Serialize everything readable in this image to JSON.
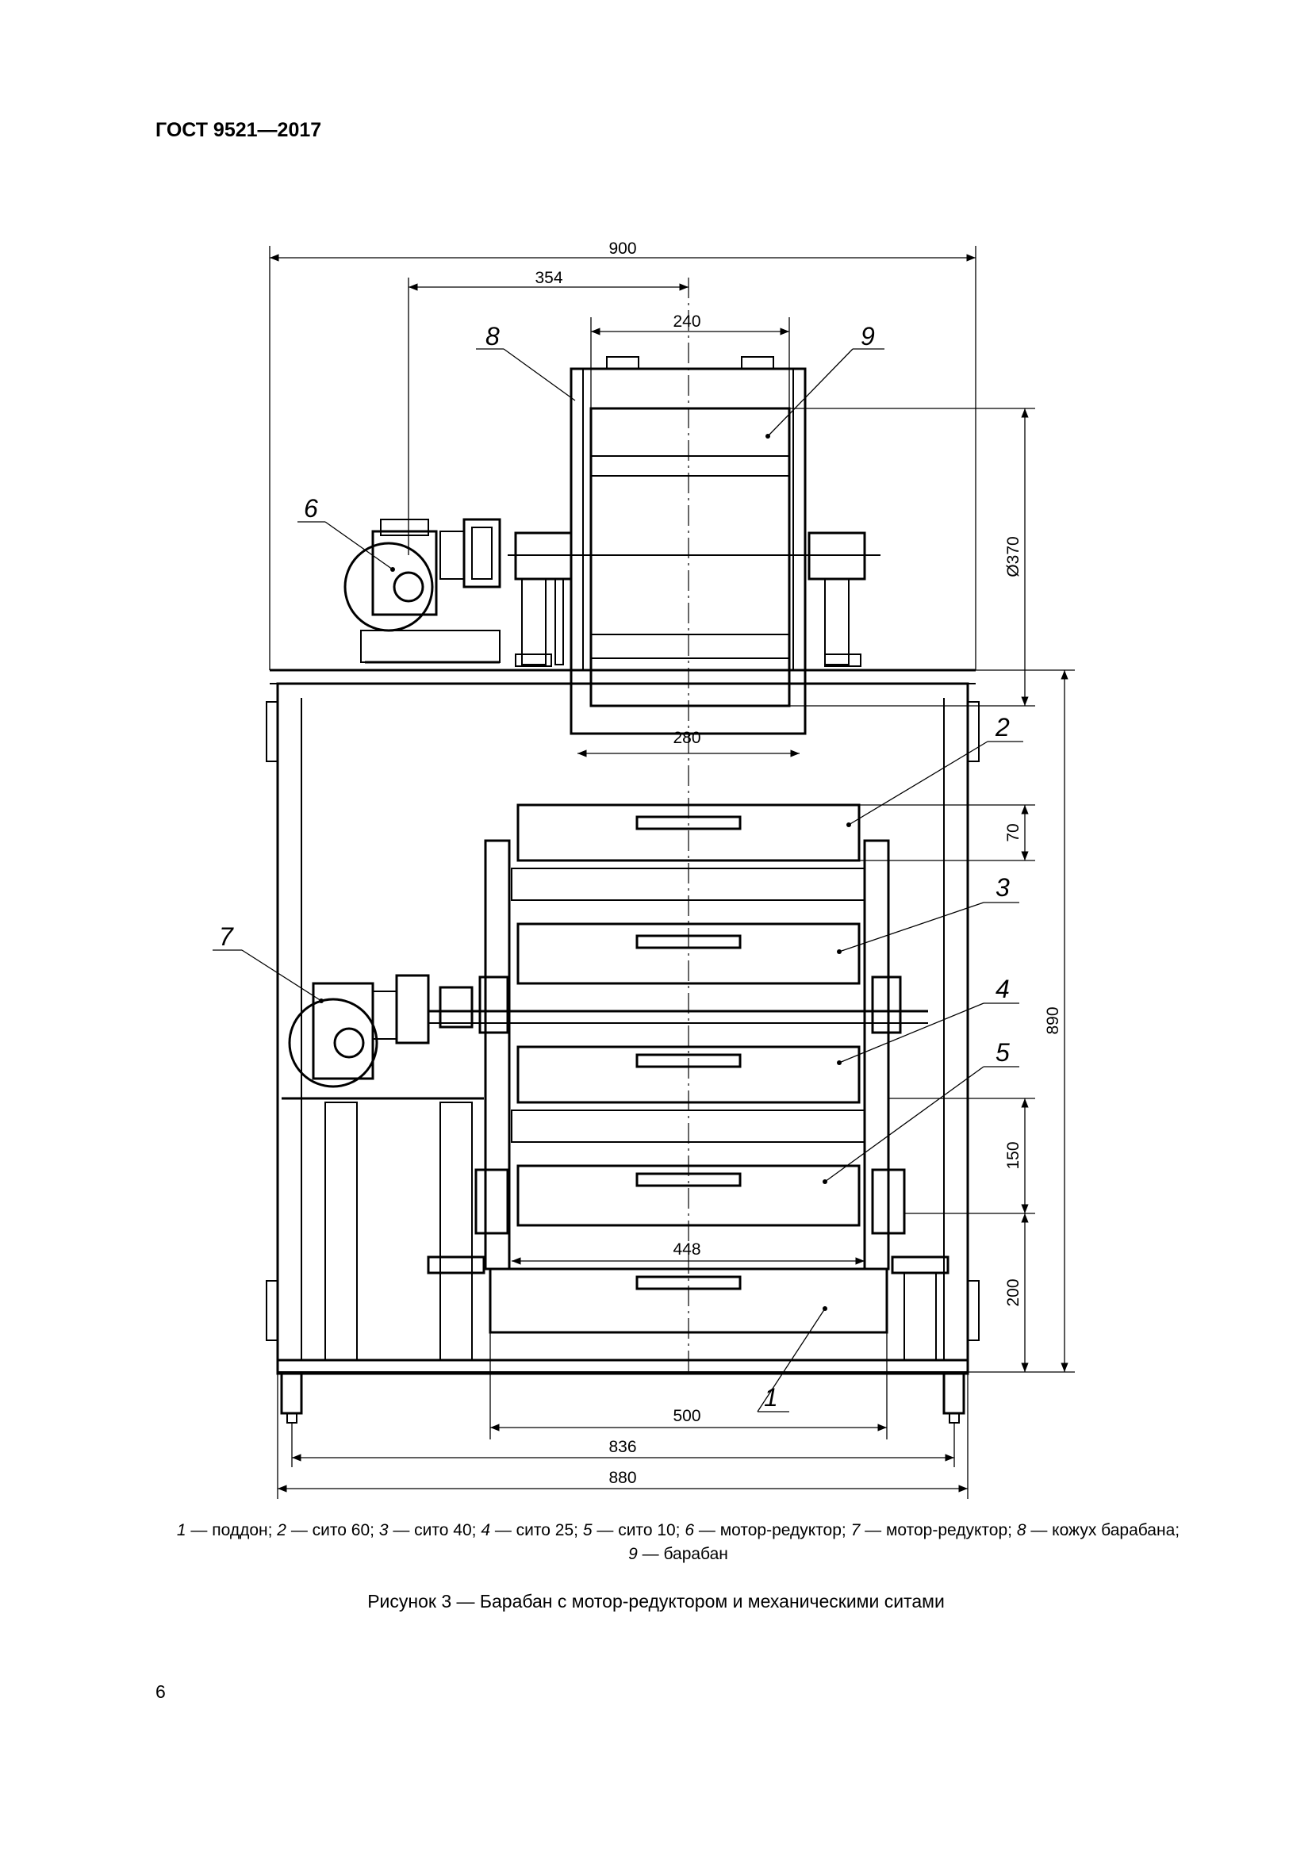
{
  "header": {
    "standard": "ГОСТ 9521—2017"
  },
  "drawing": {
    "dimensions": {
      "overall_top": "900",
      "motor_to_axis": "354",
      "drum_width": "240",
      "drum_diameter": "Ø370",
      "opening": "280",
      "tray_height": "70",
      "overall_height": "890",
      "sieve_width": "448",
      "step_150": "150",
      "step_200": "200",
      "pallet_width": "500",
      "wheelbase": "836",
      "overall_bottom": "880"
    },
    "callouts": [
      "1",
      "2",
      "3",
      "4",
      "5",
      "6",
      "7",
      "8",
      "9"
    ]
  },
  "legend": {
    "items": [
      {
        "num": "1",
        "text": " — поддон; "
      },
      {
        "num": "2",
        "text": " — сито 60; "
      },
      {
        "num": "3",
        "text": " — сито 40; "
      },
      {
        "num": "4",
        "text": " — сито 25; "
      },
      {
        "num": "5",
        "text": " — сито 10; "
      },
      {
        "num": "6",
        "text": " — мотор-редуктор; "
      },
      {
        "num": "7",
        "text": " — мотор-редуктор; "
      },
      {
        "num": "8",
        "text": " — кожух барабана;"
      },
      {
        "num": "9",
        "text": " — барабан"
      }
    ]
  },
  "figure_title": "Рисунок 3 — Барабан с мотор-редуктором и механическими ситами",
  "page_number": "6"
}
